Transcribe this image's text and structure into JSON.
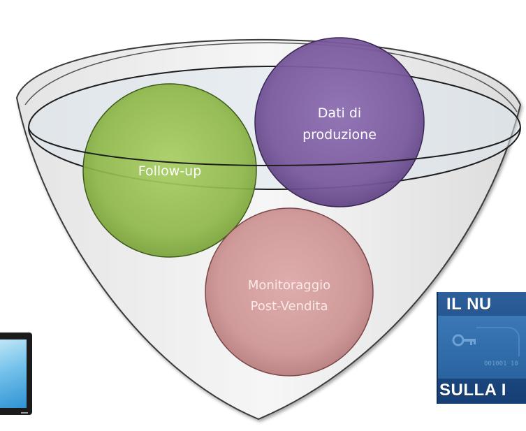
{
  "funnel": {
    "circles": [
      {
        "id": "follow-up",
        "label_lines": [
          "Follow-up"
        ],
        "color": "#8fb84a"
      },
      {
        "id": "dati-di-produzione",
        "label_lines": [
          "Dati di",
          "produzione"
        ],
        "color": "#7a5a9e"
      },
      {
        "id": "monitoraggio-post-vendita",
        "label_lines": [
          "Monitoraggio",
          "Post-Vendita"
        ],
        "color": "#c98a8a"
      }
    ]
  },
  "banner": {
    "line1": "IL NU",
    "line2": "SULLA I",
    "digits": "001001 10"
  },
  "colors": {
    "funnel_fill": "#efefef",
    "funnel_outline": "#3a3a3a",
    "rim_fill": "#dfe6ef",
    "banner_blue": "#1e4f8a"
  }
}
